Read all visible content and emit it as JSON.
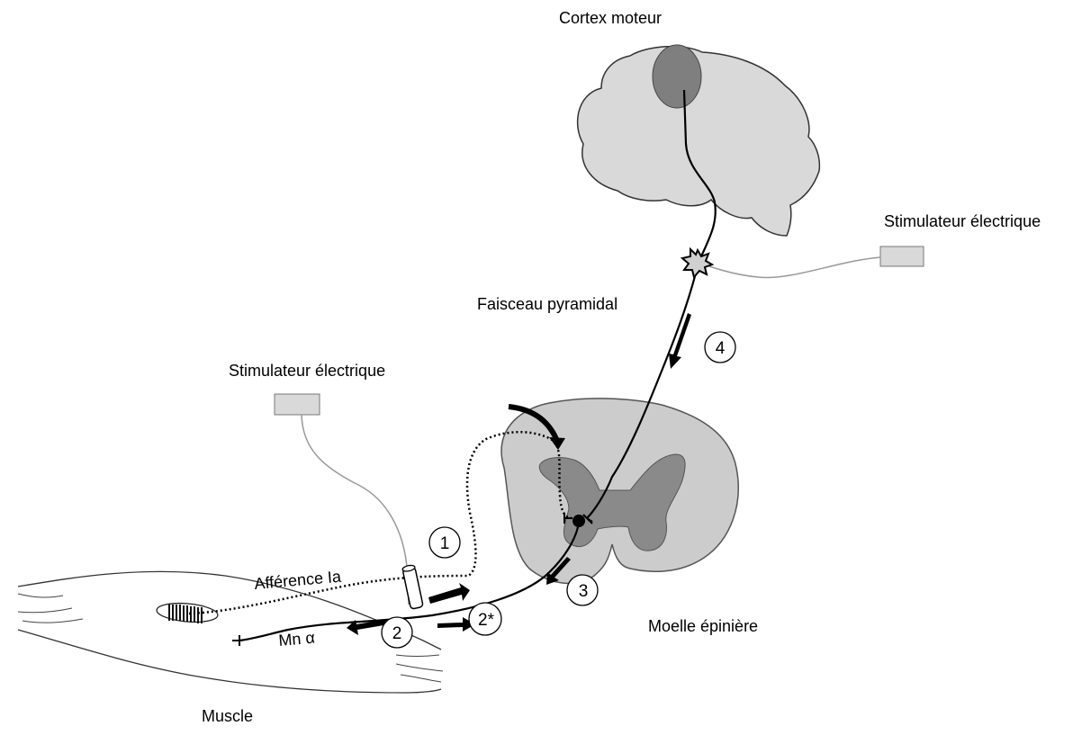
{
  "labels": {
    "cortex": "Cortex moteur",
    "stim_top": "Stimulateur électrique",
    "faisceau": "Faisceau pyramidal",
    "stim_left": "Stimulateur électrique",
    "afference": "Afférence Ia",
    "mn": "Mn α",
    "moelle": "Moelle épinière",
    "muscle": "Muscle"
  },
  "numbers": [
    "1",
    "2",
    "2*",
    "3",
    "4"
  ],
  "colors": {
    "brain_fill": "#d9d9d9",
    "motor_area": "#7f7f7f",
    "cord_white": "#cccccc",
    "cord_grey": "#8a8a8a",
    "stimulator": "#d9d9d9"
  }
}
